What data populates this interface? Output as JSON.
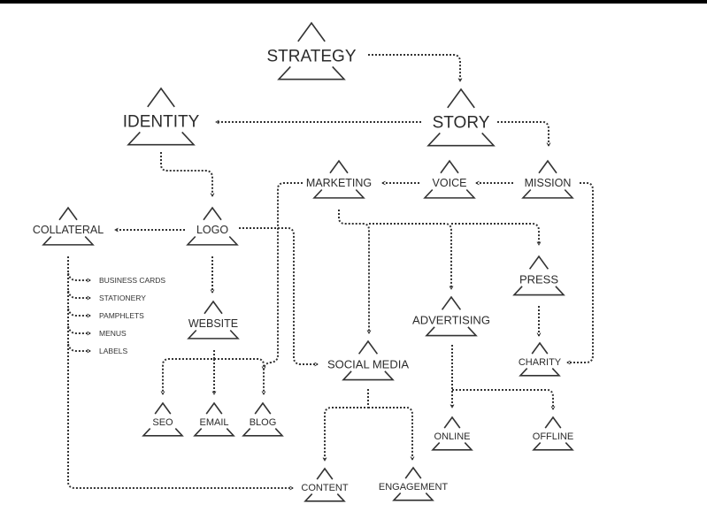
{
  "diagram": {
    "nodes": [
      {
        "id": "strategy",
        "label": "STRATEGY"
      },
      {
        "id": "story",
        "label": "STORY"
      },
      {
        "id": "identity",
        "label": "IDENTITY"
      },
      {
        "id": "marketing",
        "label": "MARKETING"
      },
      {
        "id": "voice",
        "label": "VOICE"
      },
      {
        "id": "mission",
        "label": "MISSION"
      },
      {
        "id": "collateral",
        "label": "COLLATERAL"
      },
      {
        "id": "logo",
        "label": "LOGO"
      },
      {
        "id": "website",
        "label": "WEBSITE"
      },
      {
        "id": "seo",
        "label": "SEO"
      },
      {
        "id": "email",
        "label": "EMAIL"
      },
      {
        "id": "blog",
        "label": "BLOG"
      },
      {
        "id": "social-media",
        "label": "SOCIAL MEDIA"
      },
      {
        "id": "advertising",
        "label": "ADVERTISING"
      },
      {
        "id": "press",
        "label": "PRESS"
      },
      {
        "id": "charity",
        "label": "CHARITY"
      },
      {
        "id": "online",
        "label": "ONLINE"
      },
      {
        "id": "offline",
        "label": "OFFLINE"
      },
      {
        "id": "content",
        "label": "CONTENT"
      },
      {
        "id": "engagement",
        "label": "ENGAGEMENT"
      }
    ],
    "collateral_items": [
      "BUSINESS CARDS",
      "STATIONERY",
      "PAMPHLETS",
      "MENUS",
      "LABELS"
    ],
    "edges": [
      {
        "from": "strategy",
        "to": "story"
      },
      {
        "from": "story",
        "to": "identity"
      },
      {
        "from": "story",
        "to": "mission"
      },
      {
        "from": "mission",
        "to": "voice"
      },
      {
        "from": "voice",
        "to": "marketing"
      },
      {
        "from": "mission",
        "to": "charity"
      },
      {
        "from": "identity",
        "to": "logo"
      },
      {
        "from": "logo",
        "to": "collateral"
      },
      {
        "from": "logo",
        "to": "social-media"
      },
      {
        "from": "marketing",
        "to": "blog"
      },
      {
        "from": "logo",
        "to": "website"
      },
      {
        "from": "website",
        "to": "seo"
      },
      {
        "from": "website",
        "to": "email"
      },
      {
        "from": "website",
        "to": "blog"
      },
      {
        "from": "marketing",
        "to": "social-media"
      },
      {
        "from": "marketing",
        "to": "advertising"
      },
      {
        "from": "marketing",
        "to": "press"
      },
      {
        "from": "press",
        "to": "charity"
      },
      {
        "from": "advertising",
        "to": "online"
      },
      {
        "from": "advertising",
        "to": "offline"
      },
      {
        "from": "social-media",
        "to": "content"
      },
      {
        "from": "social-media",
        "to": "engagement"
      },
      {
        "from": "collateral",
        "to": "content"
      }
    ],
    "line_style": "dotted",
    "ink_color": "#333333"
  }
}
